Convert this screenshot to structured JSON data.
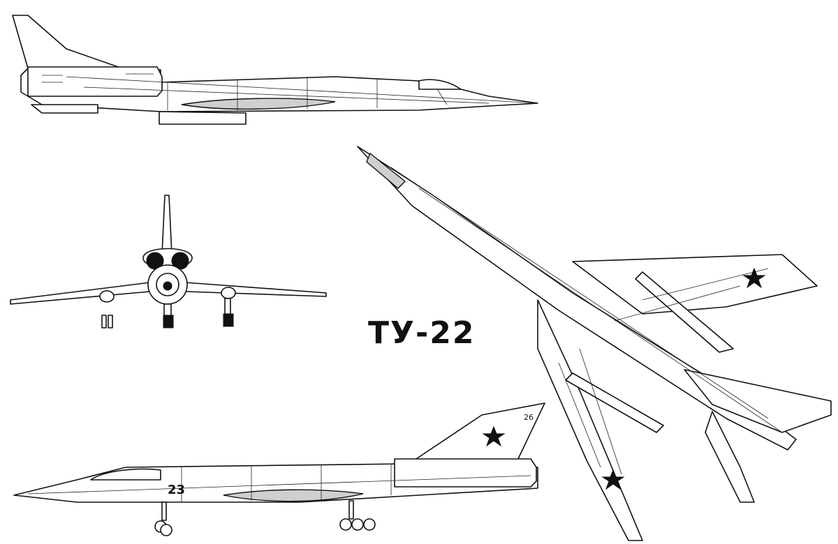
{
  "drawing": {
    "title": "ТУ-22",
    "views": [
      {
        "name": "side-view-top"
      },
      {
        "name": "front-view"
      },
      {
        "name": "plan-view"
      },
      {
        "name": "side-view-bottom"
      }
    ],
    "markings": {
      "tail_number": "23",
      "fin_code": "26"
    },
    "colors": {
      "line": "#111111",
      "background": "#ffffff",
      "shade": "#cfcfcf"
    }
  }
}
